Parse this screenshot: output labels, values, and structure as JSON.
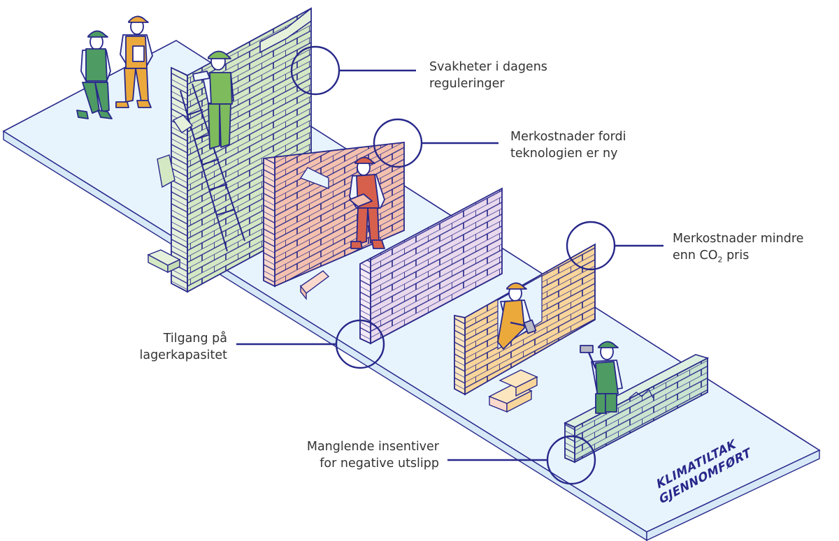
{
  "illustration": {
    "subject": "Workers building brick walls on a platform leading to completed climate measures",
    "platform_label": [
      "KLIMATILTAK",
      "GJENNOMFØRT"
    ],
    "colors": {
      "outline": "#27288a",
      "platform_top": "#e8f4fd",
      "platform_side": "#d7e9f7",
      "wall_green": "#d4e8c4",
      "wall_green_light": "#e6f1dc",
      "wall_red": "#f4c1ae",
      "wall_red_light": "#fad9cc",
      "wall_purple": "#e9d9ec",
      "wall_purple_light": "#f4eaf5",
      "wall_orange": "#f8d59a",
      "wall_orange_light": "#fce6bf",
      "wall_mint": "#c9e4cf",
      "wall_mint_light": "#ddefe0",
      "worker_green": "#4e9b64",
      "worker_lime": "#7ebb5c",
      "worker_orange": "#eba93c",
      "worker_red": "#d6604c",
      "skin": "#ffffff",
      "shirt": "#f0f6fd",
      "text": "#333333"
    }
  },
  "callouts": [
    {
      "id": "weak-regulations",
      "lines": [
        "Svakheter i dagens",
        "reguleringer"
      ]
    },
    {
      "id": "new-technology-costs",
      "lines": [
        "Merkostnader fordi",
        "teknologien er ny"
      ]
    },
    {
      "id": "costs-below-co2-price",
      "lines": [
        "Merkostnader mindre",
        "enn CO",
        "2",
        " pris"
      ]
    },
    {
      "id": "storage-capacity",
      "lines": [
        "Tilgang på",
        "lagerkapasitet"
      ]
    },
    {
      "id": "negative-emissions-incentives",
      "lines": [
        "Manglende insentiver",
        "for negative utslipp"
      ]
    }
  ]
}
